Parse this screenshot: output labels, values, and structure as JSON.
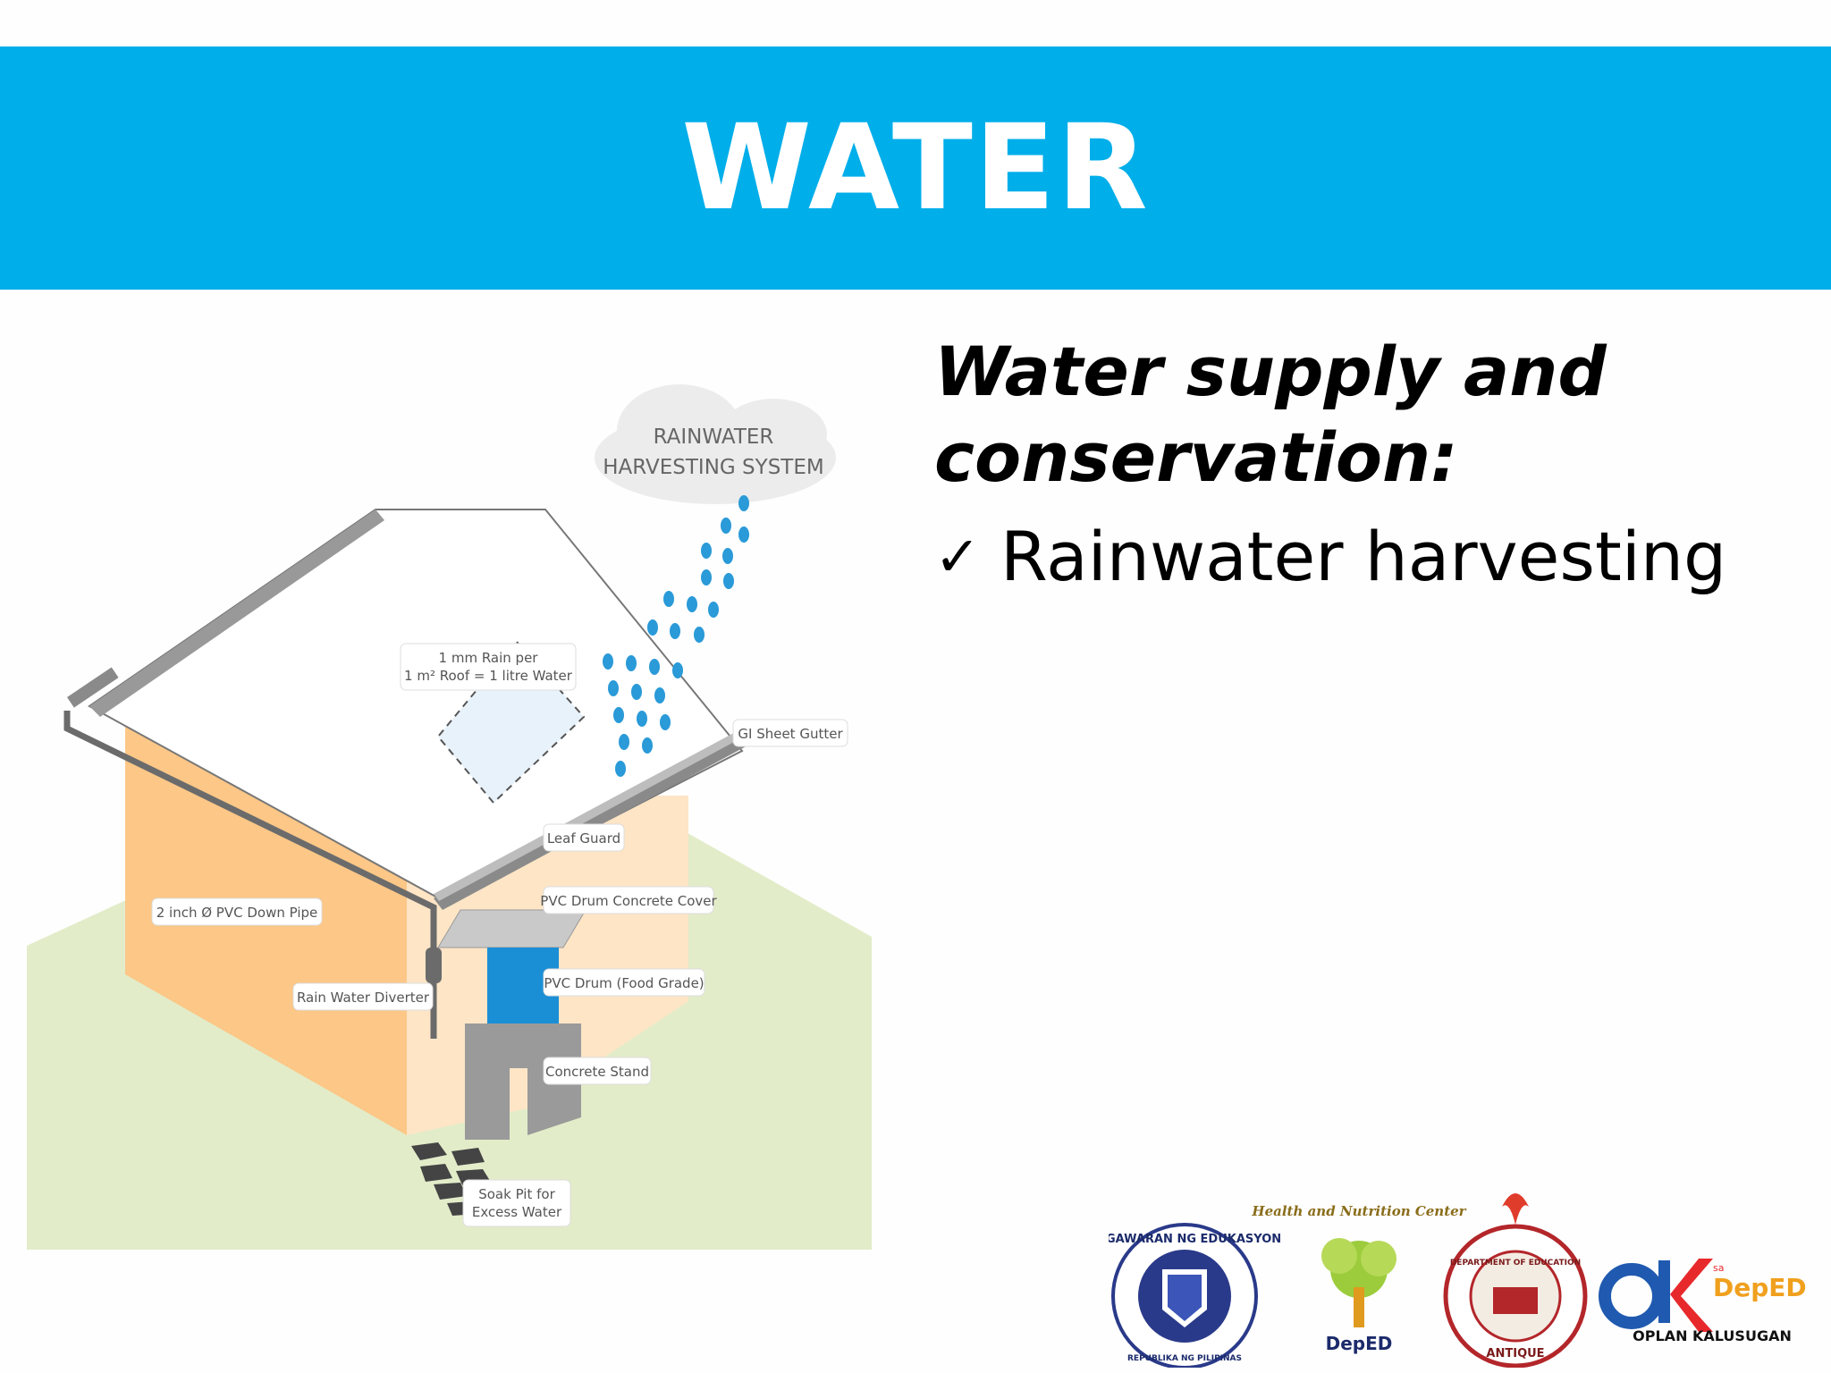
{
  "slide": {
    "title": "WATER",
    "heading_line1": "Water supply and",
    "heading_line2": "conservation:",
    "bullet_mark": "✓",
    "bullet_text": "Rainwater harvesting"
  },
  "illustration": {
    "cloud_line1": "RAINWATER",
    "cloud_line2": "HARVESTING SYSTEM",
    "labels": {
      "rain_note_line1": "1 mm Rain per",
      "rain_note_line2": "1 m² Roof = 1 litre Water",
      "gutter": "GI Sheet Gutter",
      "leaf_guard": "Leaf Guard",
      "drum_cover": "PVC Drum Concrete Cover",
      "down_pipe": "2 inch Ø PVC Down Pipe",
      "drum": "PVC Drum (Food Grade)",
      "diverter": "Rain Water Diverter",
      "stand": "Concrete Stand",
      "soak_line1": "Soak Pit for",
      "soak_line2": "Excess Water"
    }
  },
  "logos": {
    "deped_seal_top": "KAGAWARAN NG EDUKASYON",
    "deped_seal_bottom": "REPUBLIKA NG PILIPINAS",
    "hnc_text": "Health and Nutrition Center",
    "hnc_brand": "DepED",
    "antique_top": "DEPARTMENT OF EDUCATION",
    "antique_bottom": "ANTIQUE",
    "ok_prefix": "sa",
    "ok_brand": "DepED",
    "ok_caption": "OPLAN KALUSUGAN"
  },
  "colors": {
    "banner": "#00aeea",
    "wall": "#fcc787",
    "wall_light": "#fde5c6",
    "ground": "#e2ecc9",
    "drum": "#1b8fd6",
    "rain": "#2a9ad8"
  }
}
